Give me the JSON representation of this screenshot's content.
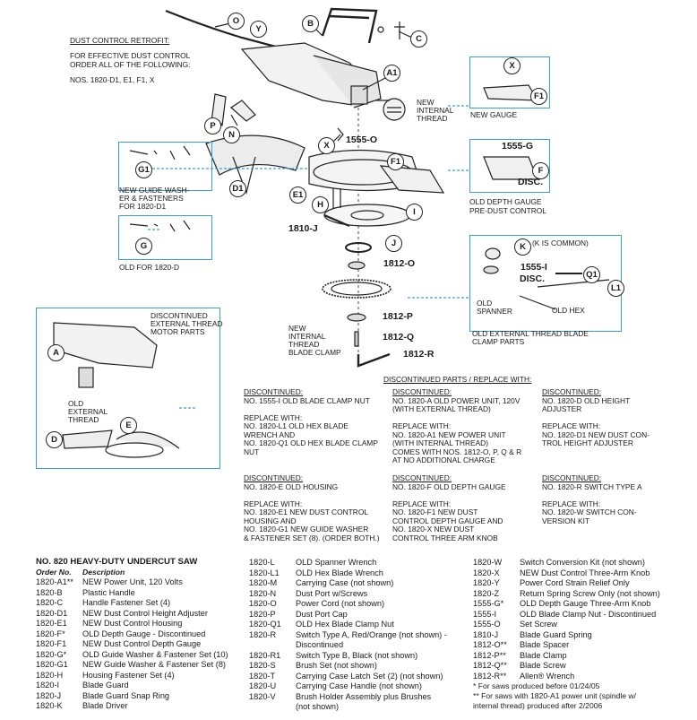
{
  "retrofit": {
    "title": "DUST CONTROL RETROFIT:",
    "line1": "FOR EFFECTIVE DUST CONTROL",
    "line2": "ORDER ALL OF THE FOLLOWING:",
    "line3": "NOS. 1820-D1, E1, F1, X"
  },
  "labels": {
    "new_internal_thread": [
      "NEW",
      "INTERNAL",
      "THREAD"
    ],
    "new_gauge": "NEW GAUGE",
    "old_depth_gauge": [
      "OLD DEPTH GAUGE",
      "PRE-DUST CONTROL"
    ],
    "disc_a": "DISC.",
    "disc_b": "DISC.",
    "k_common": "(K IS COMMON)",
    "old_spanner": [
      "OLD",
      "SPANNER"
    ],
    "old_hex": "OLD HEX",
    "old_ext_clamp": [
      "OLD EXTERNAL THREAD BLADE",
      "CLAMP PARTS"
    ],
    "new_guide_washer": [
      "NEW GUIDE WASH-",
      "ER & FASTENERS",
      "FOR 1820-D1"
    ],
    "old_for_d": "OLD FOR 1820-D",
    "disc_motor": [
      "DISCONTINUED",
      "EXTERNAL THREAD",
      "MOTOR PARTS"
    ],
    "old_external_thread": [
      "OLD",
      "EXTERNAL",
      "THREAD"
    ],
    "new_int_clamp": [
      "NEW",
      "INTERNAL",
      "THREAD",
      "BLADE CLAMP"
    ]
  },
  "callouts": {
    "O": "O",
    "Y": "Y",
    "B": "B",
    "C": "C",
    "A1": "A1",
    "X": "X",
    "F1": "F1",
    "P": "P",
    "N": "N",
    "G1": "G1",
    "D1": "D1",
    "E1": "E1",
    "H": "H",
    "I": "I",
    "J": "J",
    "G": "G",
    "F": "F",
    "K": "K",
    "Q1": "Q1",
    "L1": "L1",
    "A": "A",
    "E": "E",
    "D": "D",
    "X2": "X",
    "p1555o": "1555-O",
    "p1555g": "1555-G",
    "p1810j": "1810-J",
    "p1812o": "1812-O",
    "p1812p": "1812-P",
    "p1812q": "1812-Q",
    "p1812r": "1812-R",
    "p1555i": "1555-I"
  },
  "disc_parts": {
    "title": "DISCONTINUED PARTS / REPLACE WITH:",
    "c1": [
      "DISCONTINUED:",
      "NO. 1555-I OLD BLADE CLAMP NUT",
      "",
      "REPLACE WITH:",
      "NO. 1820-L1 OLD HEX BLADE",
      "WRENCH AND",
      "NO. 1820-Q1 OLD HEX BLADE CLAMP",
      "NUT"
    ],
    "c2": [
      "DISCONTINUED:",
      "NO. 1820-A OLD POWER UNIT, 120V",
      "(WITH EXTERNAL THREAD)",
      "",
      "REPLACE WITH:",
      "NO. 1820-A1 NEW POWER UNIT",
      "(WITH INTERNAL THREAD)",
      "COMES WITH NOS. 1812-O, P, Q & R",
      "AT NO ADDITIONAL CHARGE"
    ],
    "c3": [
      "DISCONTINUED:",
      "NO. 1820-D OLD HEIGHT",
      "ADJUSTER",
      "",
      "REPLACE WITH:",
      "NO. 1820-D1 NEW DUST CON-",
      "TROL HEIGHT ADJUSTER"
    ],
    "c4": [
      "DISCONTINUED:",
      "NO. 1820-E OLD HOUSING",
      "",
      "REPLACE WITH:",
      "NO. 1820-E1 NEW DUST CONTROL",
      "HOUSING AND",
      "NO. 1820-G1 NEW GUIDE WASHER",
      "& FASTENER SET (8). (ORDER BOTH.)"
    ],
    "c5": [
      "DISCONTINUED:",
      "NO. 1820-F OLD DEPTH GAUGE",
      "",
      "REPLACE WITH:",
      "NO. 1820-F1 NEW DUST",
      "CONTROL DEPTH GAUGE AND",
      "NO. 1820-X NEW DUST",
      "CONTROL THREE ARM KNOB"
    ],
    "c6": [
      "DISCONTINUED:",
      "NO. 1820-R SWITCH TYPE A",
      "",
      "REPLACE WITH:",
      "NO. 1820-W SWITCH CON-",
      "VERSION KIT"
    ]
  },
  "parts_list": {
    "title": "NO. 820 HEAVY-DUTY UNDERCUT SAW",
    "col_order": "Order No.",
    "col_desc": "Description",
    "col1": [
      [
        "1820-A1**",
        "NEW Power Unit, 120 Volts"
      ],
      [
        "1820-B",
        "Plastic Handle"
      ],
      [
        "1820-C",
        "Handle Fastener Set (4)"
      ],
      [
        "1820-D1",
        "NEW Dust Control Height Adjuster"
      ],
      [
        "1820-E1",
        "NEW Dust Control Housing"
      ],
      [
        "1820-F*",
        "OLD Depth Gauge - Discontinued"
      ],
      [
        "1820-F1",
        "NEW Dust Control Depth Gauge"
      ],
      [
        "1820-G*",
        "OLD Guide Washer & Fastener Set (10)"
      ],
      [
        "1820-G1",
        "NEW Guide Washer & Fastener Set (8)"
      ],
      [
        "1820-H",
        "Housing Fastener Set (4)"
      ],
      [
        "1820-I",
        "Blade Guard"
      ],
      [
        "1820-J",
        "Blade Guard Snap Ring"
      ],
      [
        "1820-K",
        "Blade Driver"
      ]
    ],
    "col2": [
      [
        "1820-L",
        "OLD Spanner Wrench"
      ],
      [
        "1820-L1",
        "OLD Hex Blade Wrench"
      ],
      [
        "1820-M",
        "Carrying Case (not shown)"
      ],
      [
        "1820-N",
        "Dust Port w/Screws"
      ],
      [
        "1820-O",
        "Power Cord (not shown)"
      ],
      [
        "1820-P",
        "Dust Port Cap"
      ],
      [
        "1820-Q1",
        "OLD Hex Blade Clamp Nut"
      ],
      [
        "1820-R",
        "Switch Type A, Red/Orange (not shown) -"
      ],
      [
        "",
        "Discontinued"
      ],
      [
        "1820-R1",
        "Switch Type B, Black (not shown)"
      ],
      [
        "1820-S",
        "Brush Set (not shown)"
      ],
      [
        "1820-T",
        "Carrying Case Latch Set (2) (not shown)"
      ],
      [
        "1820-U",
        "Carrying Case Handle (not shown)"
      ],
      [
        "1820-V",
        "Brush Holder Assembly plus Brushes"
      ],
      [
        "",
        "(not shown)"
      ]
    ],
    "col3": [
      [
        "1820-W",
        "Switch Conversion Kit (not shown)"
      ],
      [
        "1820-X",
        "NEW Dust Control Three-Arm Knob"
      ],
      [
        "1820-Y",
        "Power Cord Strain Relief Only"
      ],
      [
        "1820-Z",
        "Return Spring Screw Only (not shown)"
      ],
      [
        "1555-G*",
        "OLD Depth Gauge Three-Arm Knob"
      ],
      [
        "1555-I",
        "OLD Blade Clamp Nut  - Discontinued"
      ],
      [
        "1555-O",
        "Set Screw"
      ],
      [
        "1810-J",
        "Blade Guard Spring"
      ],
      [
        "1812-O**",
        "Blade Spacer"
      ],
      [
        "1812-P**",
        "Blade Clamp"
      ],
      [
        "1812-Q**",
        "Blade Screw"
      ],
      [
        "1812-R**",
        "Allen® Wrench"
      ]
    ],
    "footnotes": [
      "* For saws produced before 01/24/05",
      "** For saws with 1820-A1 power unit (spindle w/",
      "internal thread) produced after 2/2006"
    ]
  },
  "highlight_code": "1820-O",
  "colors": {
    "accent_blue": "#3a9fd6",
    "highlight": "#ffff7a",
    "ink": "#1a1a1a"
  }
}
